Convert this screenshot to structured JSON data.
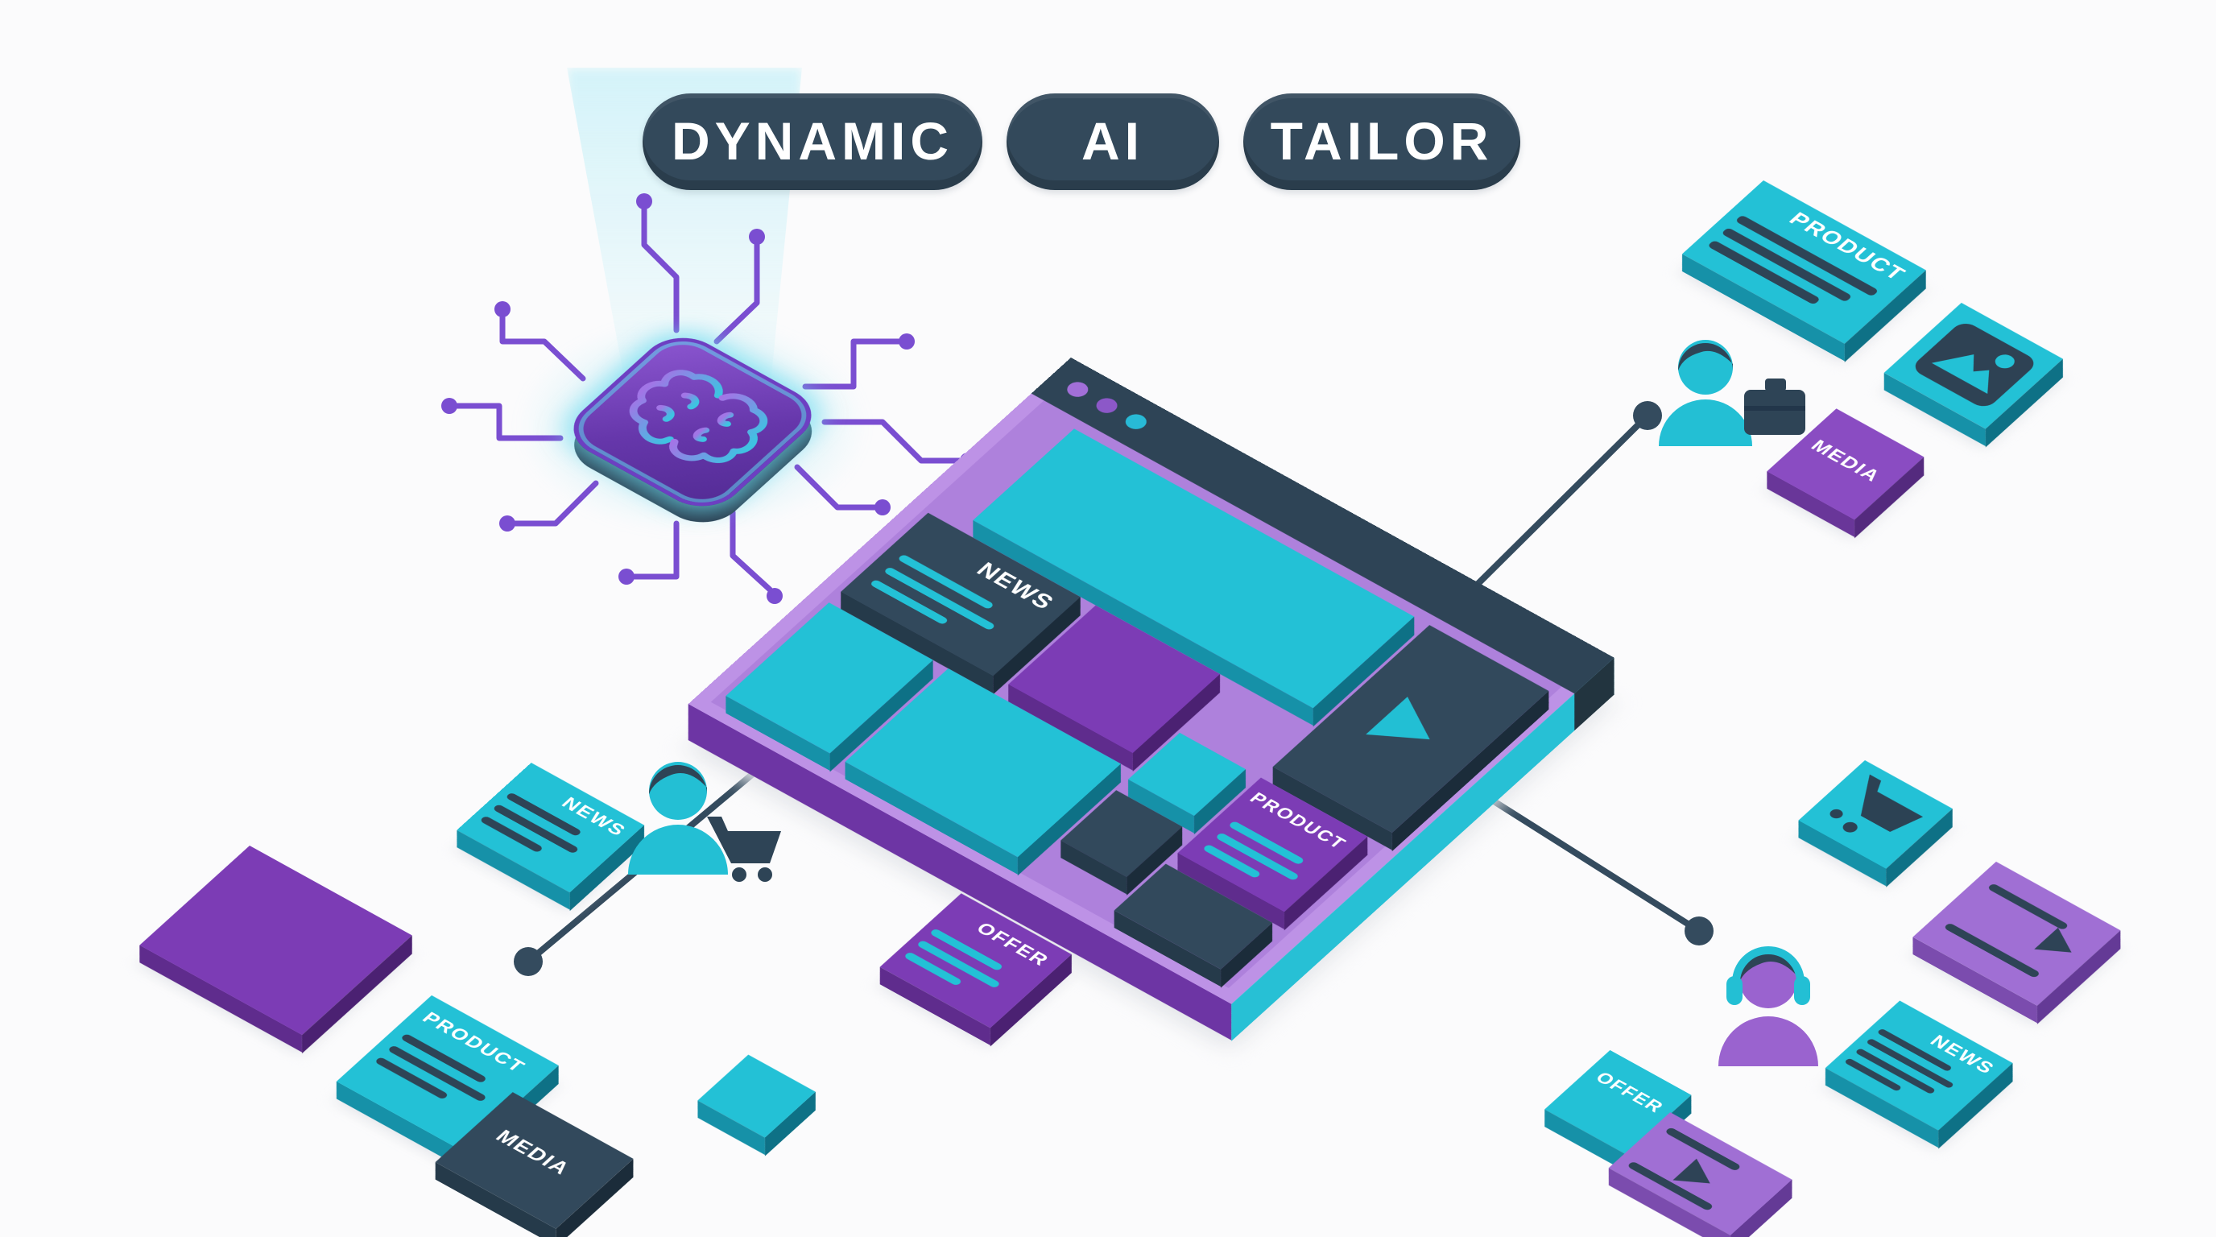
{
  "background": "#fbfbfc",
  "badges": [
    {
      "label": "DYNAMIC"
    },
    {
      "label": "AI"
    },
    {
      "label": "TAILOR"
    }
  ],
  "colors": {
    "cyan": "#23c1d6",
    "slate": "#32495c",
    "purple": "#7c3cb5",
    "board_purple": "#ae81dc",
    "light_purple_card": "#a06fd4",
    "media_purple": "#8a4cc2",
    "circuit_purple": "#7a4ed1",
    "connector_slate": "#344b5e",
    "glow_cyan": "#8ce2f0"
  },
  "ai_chip": {
    "icon": "brain-icon"
  },
  "board": {
    "window_dot_colors": [
      "#a26fd8",
      "#8c58c8",
      "#28bad6"
    ],
    "news": {
      "label": "NEWS"
    },
    "product": {
      "label": "PRODUCT"
    },
    "video": {
      "icon": "play-icon"
    }
  },
  "clusters": {
    "top_right": {
      "persona_icon": "user-briefcase-icon",
      "product": {
        "label": "PRODUCT"
      },
      "image_card": {
        "icon": "image-icon"
      },
      "media": {
        "label": "MEDIA"
      }
    },
    "bottom_left": {
      "persona_icon": "user-cart-icon",
      "news": {
        "label": "NEWS"
      },
      "product": {
        "label": "PRODUCT"
      },
      "media": {
        "label": "MEDIA"
      },
      "offer": {
        "label": "OFFER"
      }
    },
    "bottom_right": {
      "persona_icon": "user-headphones-icon",
      "cart_card": {
        "icon": "cart-icon"
      },
      "offer": {
        "label": "OFFER"
      },
      "news": {
        "label": "NEWS"
      },
      "video_card_icons": [
        "play-icon",
        "play-icon"
      ]
    }
  }
}
